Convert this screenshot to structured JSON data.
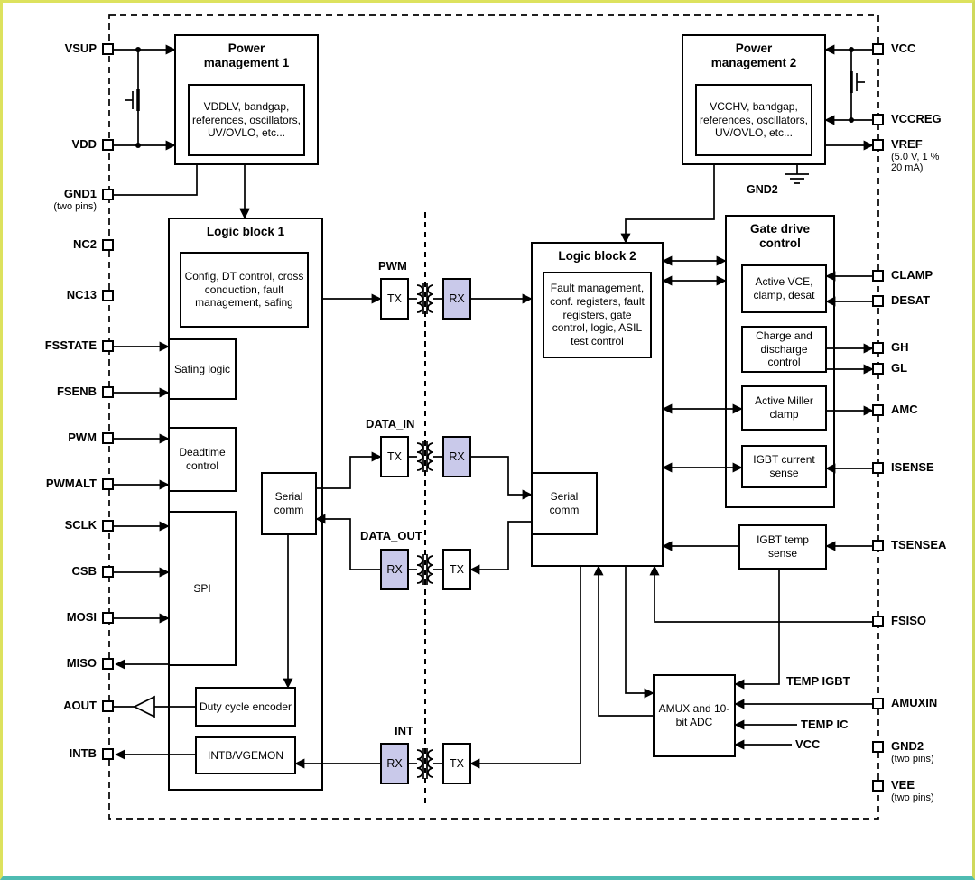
{
  "diagram": {
    "pins_left": [
      {
        "label": "VSUP",
        "sub": ""
      },
      {
        "label": "VDD",
        "sub": ""
      },
      {
        "label": "GND1",
        "sub": "(two pins)"
      },
      {
        "label": "NC2",
        "sub": ""
      },
      {
        "label": "NC13",
        "sub": ""
      },
      {
        "label": "FSSTATE",
        "sub": ""
      },
      {
        "label": "FSENB",
        "sub": ""
      },
      {
        "label": "PWM",
        "sub": ""
      },
      {
        "label": "PWMALT",
        "sub": ""
      },
      {
        "label": "SCLK",
        "sub": ""
      },
      {
        "label": "CSB",
        "sub": ""
      },
      {
        "label": "MOSI",
        "sub": ""
      },
      {
        "label": "MISO",
        "sub": ""
      },
      {
        "label": "AOUT",
        "sub": ""
      },
      {
        "label": "INTB",
        "sub": ""
      }
    ],
    "pins_right": [
      {
        "label": "VCC",
        "sub": ""
      },
      {
        "label": "VCCREG",
        "sub": ""
      },
      {
        "label": "VREF",
        "sub": "(5.0 V, 1 %\n20 mA)"
      },
      {
        "label": "CLAMP",
        "sub": ""
      },
      {
        "label": "DESAT",
        "sub": ""
      },
      {
        "label": "GH",
        "sub": ""
      },
      {
        "label": "GL",
        "sub": ""
      },
      {
        "label": "AMC",
        "sub": ""
      },
      {
        "label": "ISENSE",
        "sub": ""
      },
      {
        "label": "TSENSEA",
        "sub": ""
      },
      {
        "label": "FSISO",
        "sub": ""
      },
      {
        "label": "AMUXIN",
        "sub": ""
      },
      {
        "label": "GND2",
        "sub": "(two pins)"
      },
      {
        "label": "VEE",
        "sub": "(two pins)"
      }
    ],
    "blocks": {
      "pm1": {
        "title": "Power management 1",
        "body": "VDDLV, bandgap, references, oscillators, UV/OVLO, etc..."
      },
      "pm2": {
        "title": "Power management 2",
        "body": "VCCHV, bandgap, references, oscillators, UV/OVLO, etc..."
      },
      "lb1": {
        "title": "Logic block 1",
        "config": "Config, DT control, cross conduction, fault management, safing",
        "safing": "Safing logic",
        "deadtime": "Deadtime control",
        "spi": "SPI",
        "serial": "Serial comm",
        "duty": "Duty cycle encoder",
        "intb": "INTB/VGEMON"
      },
      "lb2": {
        "title": "Logic block 2",
        "fault": "Fault management, conf. registers, fault registers, gate control, logic, ASIL test control",
        "serial": "Serial comm"
      },
      "gdc": {
        "title": "Gate drive control",
        "vce": "Active VCE, clamp, desat",
        "charge": "Charge and discharge control",
        "miller": "Active Miller clamp",
        "isense": "IGBT current sense"
      },
      "temp": "IGBT temp sense",
      "amux": "AMUX and 10-bit ADC"
    },
    "channels": [
      {
        "name": "PWM",
        "left": "TX",
        "right": "RX"
      },
      {
        "name": "DATA_IN",
        "left": "TX",
        "right": "RX"
      },
      {
        "name": "DATA_OUT",
        "left": "RX",
        "right": "TX"
      },
      {
        "name": "INT",
        "left": "RX",
        "right": "TX"
      }
    ],
    "labels": {
      "temp_igbt": "TEMP IGBT",
      "temp_ic": "TEMP IC",
      "vcc_int": "VCC",
      "gnd2": "GND2"
    },
    "colors": {
      "rx_fill": "#c9c9ea",
      "wire": "#000000",
      "frame_top": "#dde25e",
      "frame_bottom": "#4fbcb4"
    }
  }
}
